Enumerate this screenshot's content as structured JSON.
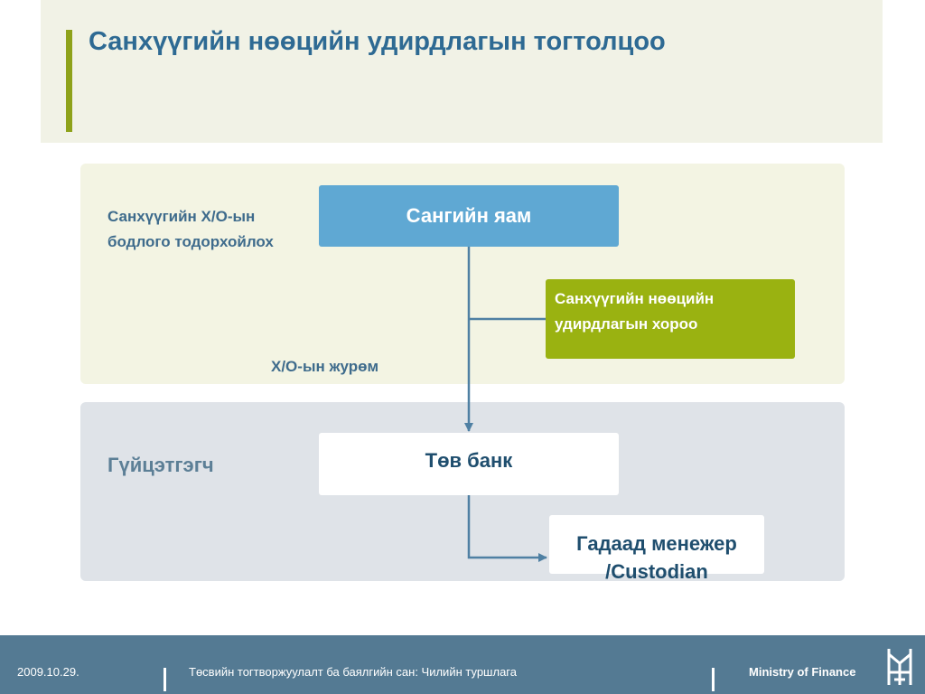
{
  "slide": {
    "title": "Санхүүгийн нөөцийн удирдлагын тогтолцоо"
  },
  "diagram": {
    "policy_label": "Санхүүгийн Х/О-ын бодлого тодорхойлох",
    "rule_label": "Х/О-ын журөм",
    "executor_label": "Гүйцэтгэгч",
    "nodes": {
      "ministry": "Сангийн яам",
      "committee": "Санхүүгийн нөөцийн удирдлагын хороо",
      "central_bank": "Төв банк",
      "external_manager": "Гадаад менежер /Custodian"
    },
    "colors": {
      "ministry_fill": "#5fa8d3",
      "committee_fill": "#9ab211",
      "connector": "#4f80a3",
      "title_color": "#2e6a93",
      "footer_bg": "#547a93"
    }
  },
  "footer": {
    "date": "2009.10.29.",
    "subtitle": "Төсвийн тогтворжуулалт ба баялгийн сан: Чилийн туршлага",
    "org": "Ministry of Finance",
    "logo_icon": "ministry-emblem-icon"
  }
}
